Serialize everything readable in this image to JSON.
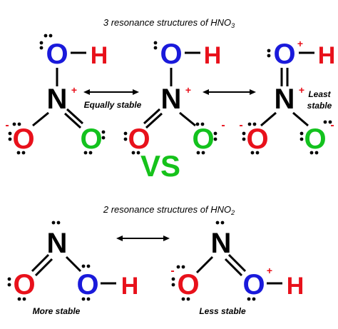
{
  "title_top": {
    "prefix": "3 resonance structures of HNO",
    "subscript": "3"
  },
  "title_bottom": {
    "prefix": "2 resonance structures of HNO",
    "subscript": "2"
  },
  "vs_label": "VS",
  "labels": {
    "equally_stable": "Equally stable",
    "least_stable_line1": "Least",
    "least_stable_line2": "stable",
    "more_stable": "More stable",
    "less_stable": "Less stable"
  },
  "atoms": {
    "oxygen": "O",
    "nitrogen": "N",
    "hydrogen": "H"
  },
  "charges": {
    "plus": "+",
    "minus": "-"
  },
  "colors": {
    "oxygen_blue": "#1a1adb",
    "oxygen_red": "#e8111b",
    "oxygen_green": "#13c21e",
    "hydrogen_red": "#e8111b",
    "nitrogen_black": "#000000",
    "charge_red": "#e8111b",
    "vs_green": "#16c21b"
  }
}
